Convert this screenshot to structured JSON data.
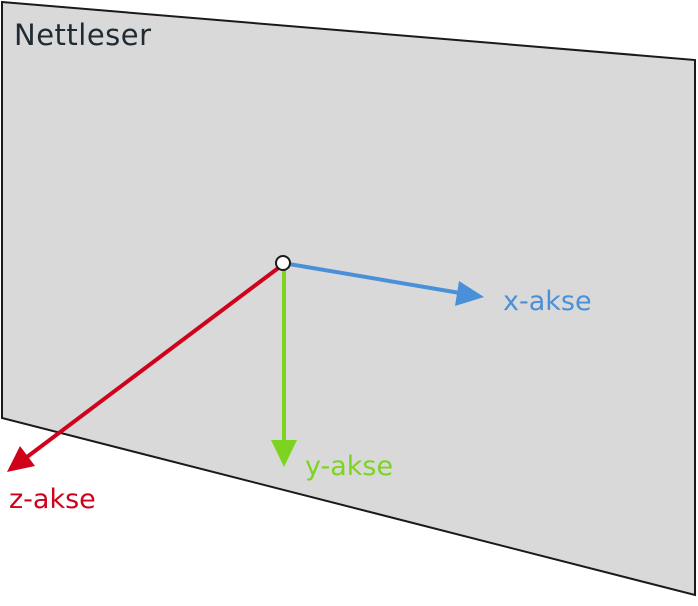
{
  "plane": {
    "label": "Nettleser",
    "fill": "#d9d9d9",
    "stroke": "#1a1a1a",
    "label_color": "#1e2b33"
  },
  "axes": {
    "x": {
      "label": "x-akse",
      "color": "#4a90d9"
    },
    "y": {
      "label": "y-akse",
      "color": "#7ed321"
    },
    "z": {
      "label": "z-akse",
      "color": "#d0021b"
    }
  },
  "origin": {
    "fill": "#ffffff",
    "stroke": "#1a1a1a"
  }
}
